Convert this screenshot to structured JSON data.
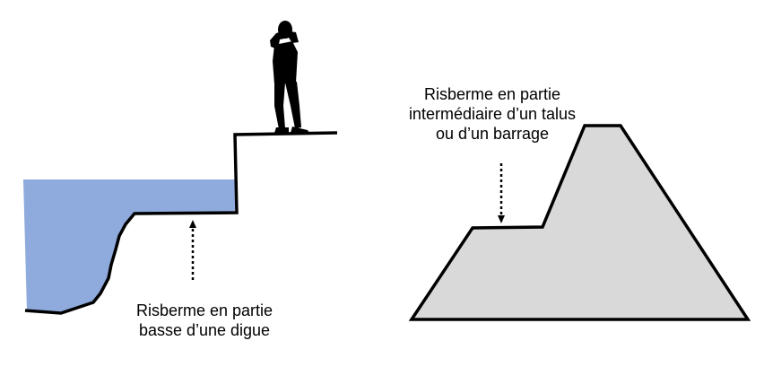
{
  "left_caption": {
    "line1": "Risberme en partie",
    "line2": "basse d’une digue"
  },
  "right_caption": {
    "line1": "Risberme en partie",
    "line2": "intermédiaire d’un talus",
    "line3": "ou d’un barrage"
  },
  "colors": {
    "water": "#8faadc",
    "embankment": "#d9d9d9",
    "outline": "#000000"
  }
}
